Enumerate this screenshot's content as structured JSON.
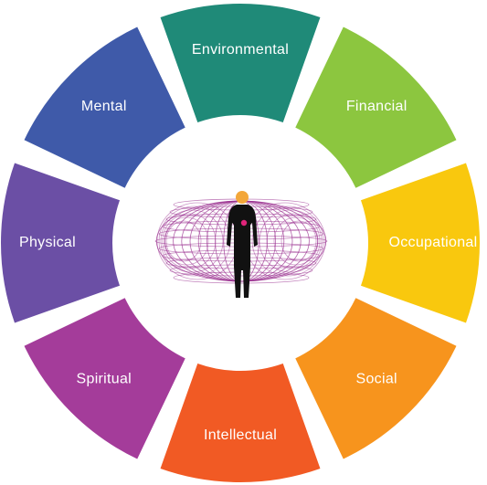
{
  "diagram": {
    "center_figure": "human-torus-field-icon",
    "segments": [
      {
        "key": "environmental",
        "label": "Environmental",
        "color": "#1f8a78"
      },
      {
        "key": "financial",
        "label": "Financial",
        "color": "#8cc63f"
      },
      {
        "key": "occupational",
        "label": "Occupational",
        "color": "#f9c80e"
      },
      {
        "key": "social",
        "label": "Social",
        "color": "#f7941d"
      },
      {
        "key": "intellectual",
        "label": "Intellectual",
        "color": "#f15a24"
      },
      {
        "key": "spiritual",
        "label": "Spiritual",
        "color": "#a43c9a"
      },
      {
        "key": "physical",
        "label": "Physical",
        "color": "#6b4fa5"
      },
      {
        "key": "mental",
        "label": "Mental",
        "color": "#3f5aa9"
      }
    ],
    "accent": {
      "torus": "#9a2f8f",
      "figure": "#111111",
      "heart": "#e0247a",
      "head": "#f3a73a"
    }
  }
}
